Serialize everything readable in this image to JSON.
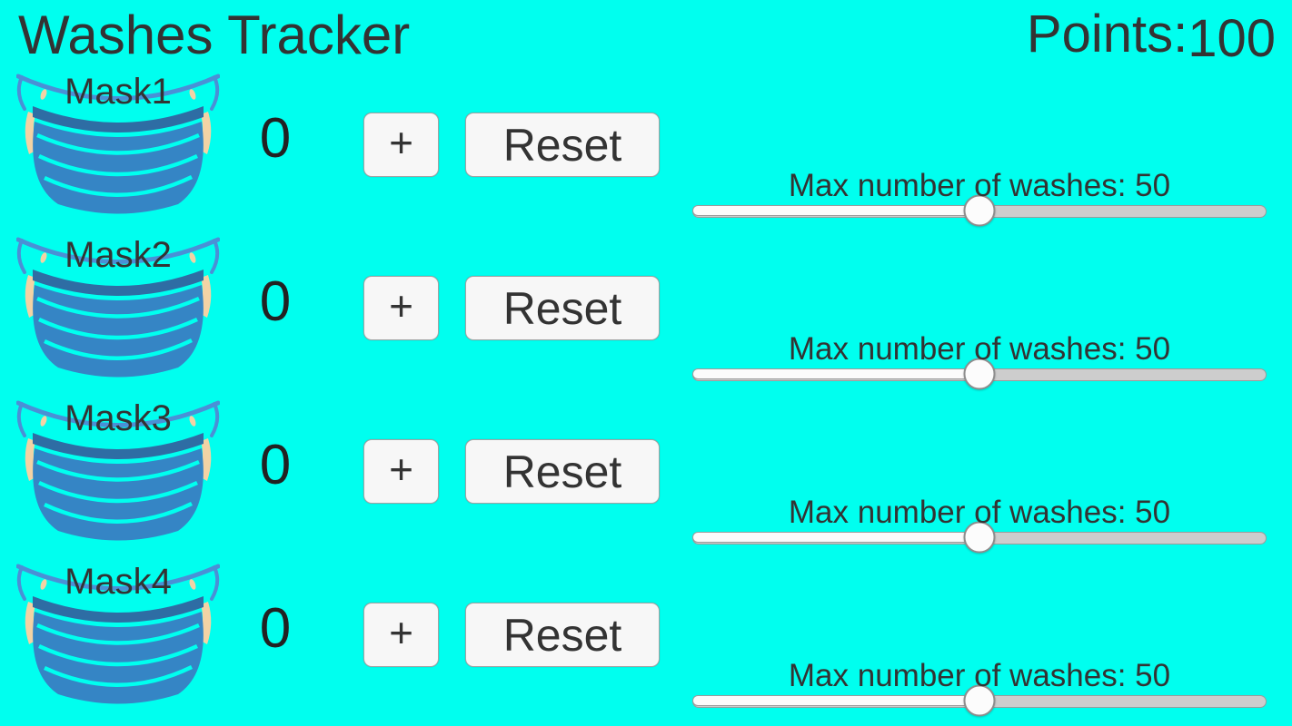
{
  "app": {
    "title": "Washes Tracker",
    "points_label": "Points:",
    "points_value": "100"
  },
  "colors": {
    "background": "#00ffef",
    "text": "#333333",
    "mask_body": "#3585c5",
    "mask_hem": "#2e6da4",
    "mask_strap": "#4a90d6",
    "mask_ear_loop": "#f2d3a5",
    "button_background": "#f7f7f7",
    "button_border": "#a3a3a3",
    "slider_filled": "#fbfbfb",
    "slider_remaining": "#cdcdcd"
  },
  "masks": [
    {
      "label": "Mask1",
      "count": "0",
      "increment_label": "+",
      "reset_label": "Reset",
      "max_washes_text": "Max number of washes: 50",
      "max_washes": 50,
      "slider_percent": 50
    },
    {
      "label": "Mask2",
      "count": "0",
      "increment_label": "+",
      "reset_label": "Reset",
      "max_washes_text": "Max number of washes: 50",
      "max_washes": 50,
      "slider_percent": 50
    },
    {
      "label": "Mask3",
      "count": "0",
      "increment_label": "+",
      "reset_label": "Reset",
      "max_washes_text": "Max number of washes: 50",
      "max_washes": 50,
      "slider_percent": 50
    },
    {
      "label": "Mask4",
      "count": "0",
      "increment_label": "+",
      "reset_label": "Reset",
      "max_washes_text": "Max number of washes: 50",
      "max_washes": 50,
      "slider_percent": 50
    }
  ]
}
